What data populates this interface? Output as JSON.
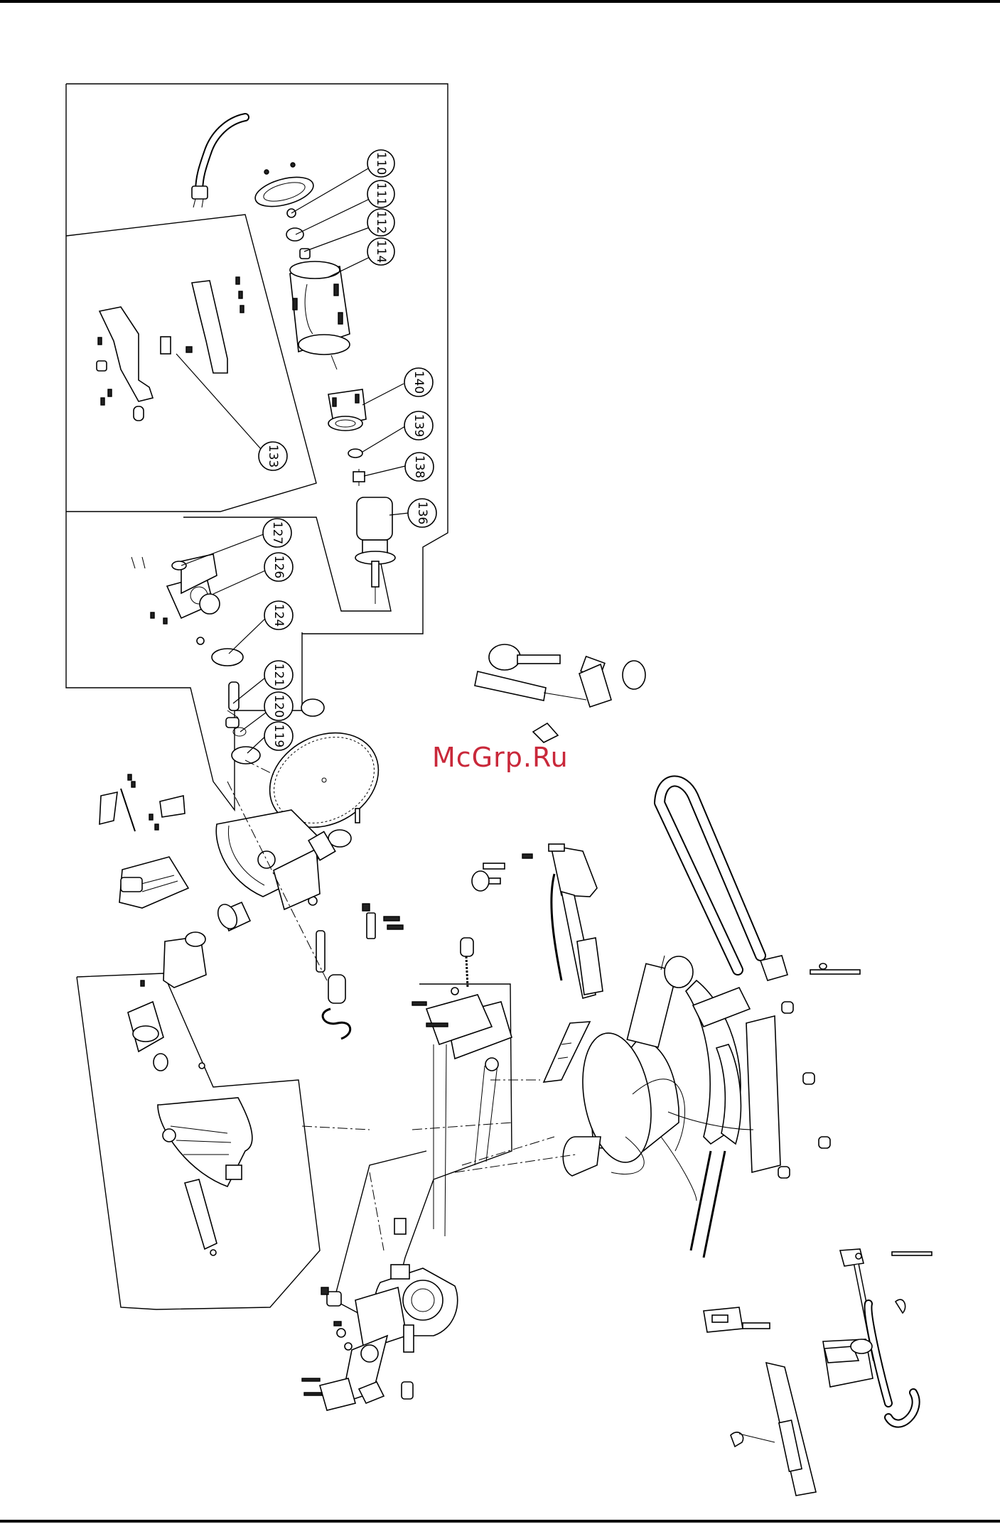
{
  "callouts": [
    {
      "label": "110"
    },
    {
      "label": "111"
    },
    {
      "label": "112"
    },
    {
      "label": "114"
    },
    {
      "label": "140"
    },
    {
      "label": "139"
    },
    {
      "label": "138"
    },
    {
      "label": "136"
    },
    {
      "label": "133"
    },
    {
      "label": "127"
    },
    {
      "label": "126"
    },
    {
      "label": "124"
    },
    {
      "label": "121"
    },
    {
      "label": "120"
    },
    {
      "label": "119"
    }
  ],
  "watermark": "McGrp.Ru"
}
